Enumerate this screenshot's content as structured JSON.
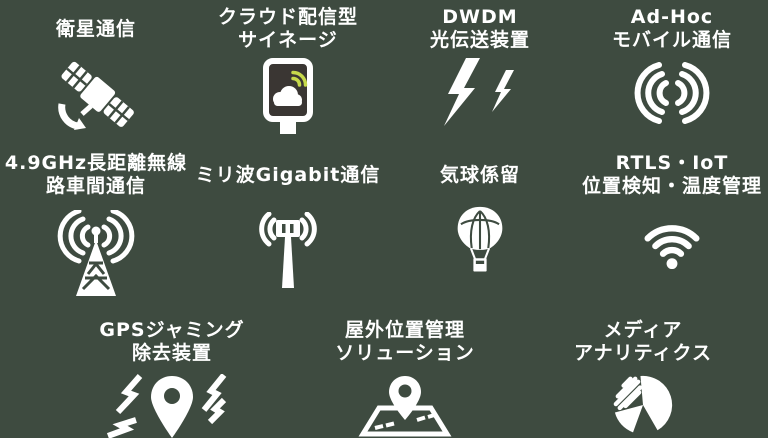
{
  "theme": {
    "background": "#3e4b40",
    "foreground": "#ffffff",
    "accent_green": "#c6d84b",
    "signage_screen_dark": "#3a3633"
  },
  "grid": {
    "cells": [
      {
        "title_line1": "衛星通信",
        "title_line2": "",
        "icon": "satellite-icon"
      },
      {
        "title_line1": "クラウド配信型",
        "title_line2": "サイネージ",
        "icon": "digital-signage-icon"
      },
      {
        "title_line1": "DWDM",
        "title_line2": "光伝送装置",
        "icon": "lightning-bolts-icon"
      },
      {
        "title_line1": "Ad-Hoc",
        "title_line2": "モバイル通信",
        "icon": "radio-waves-icon"
      },
      {
        "title_line1": "4.9GHz長距離無線",
        "title_line2": "路車間通信",
        "icon": "radio-tower-icon"
      },
      {
        "title_line1": "ミリ波Gigabit通信",
        "title_line2": "",
        "icon": "gigabit-antenna-icon"
      },
      {
        "title_line1": "気球係留",
        "title_line2": "",
        "icon": "tethered-balloon-icon"
      },
      {
        "title_line1": "RTLS・IoT",
        "title_line2": "位置検知・温度管理",
        "icon": "wifi-icon"
      },
      {
        "title_line1": "GPSジャミング",
        "title_line2": "除去装置",
        "icon": "gps-jamming-icon"
      },
      {
        "title_line1": "屋外位置管理",
        "title_line2": "ソリューション",
        "icon": "outdoor-map-icon"
      },
      {
        "title_line1": "メディア",
        "title_line2": "アナリティクス",
        "icon": "media-analytics-pie-icon"
      }
    ]
  }
}
